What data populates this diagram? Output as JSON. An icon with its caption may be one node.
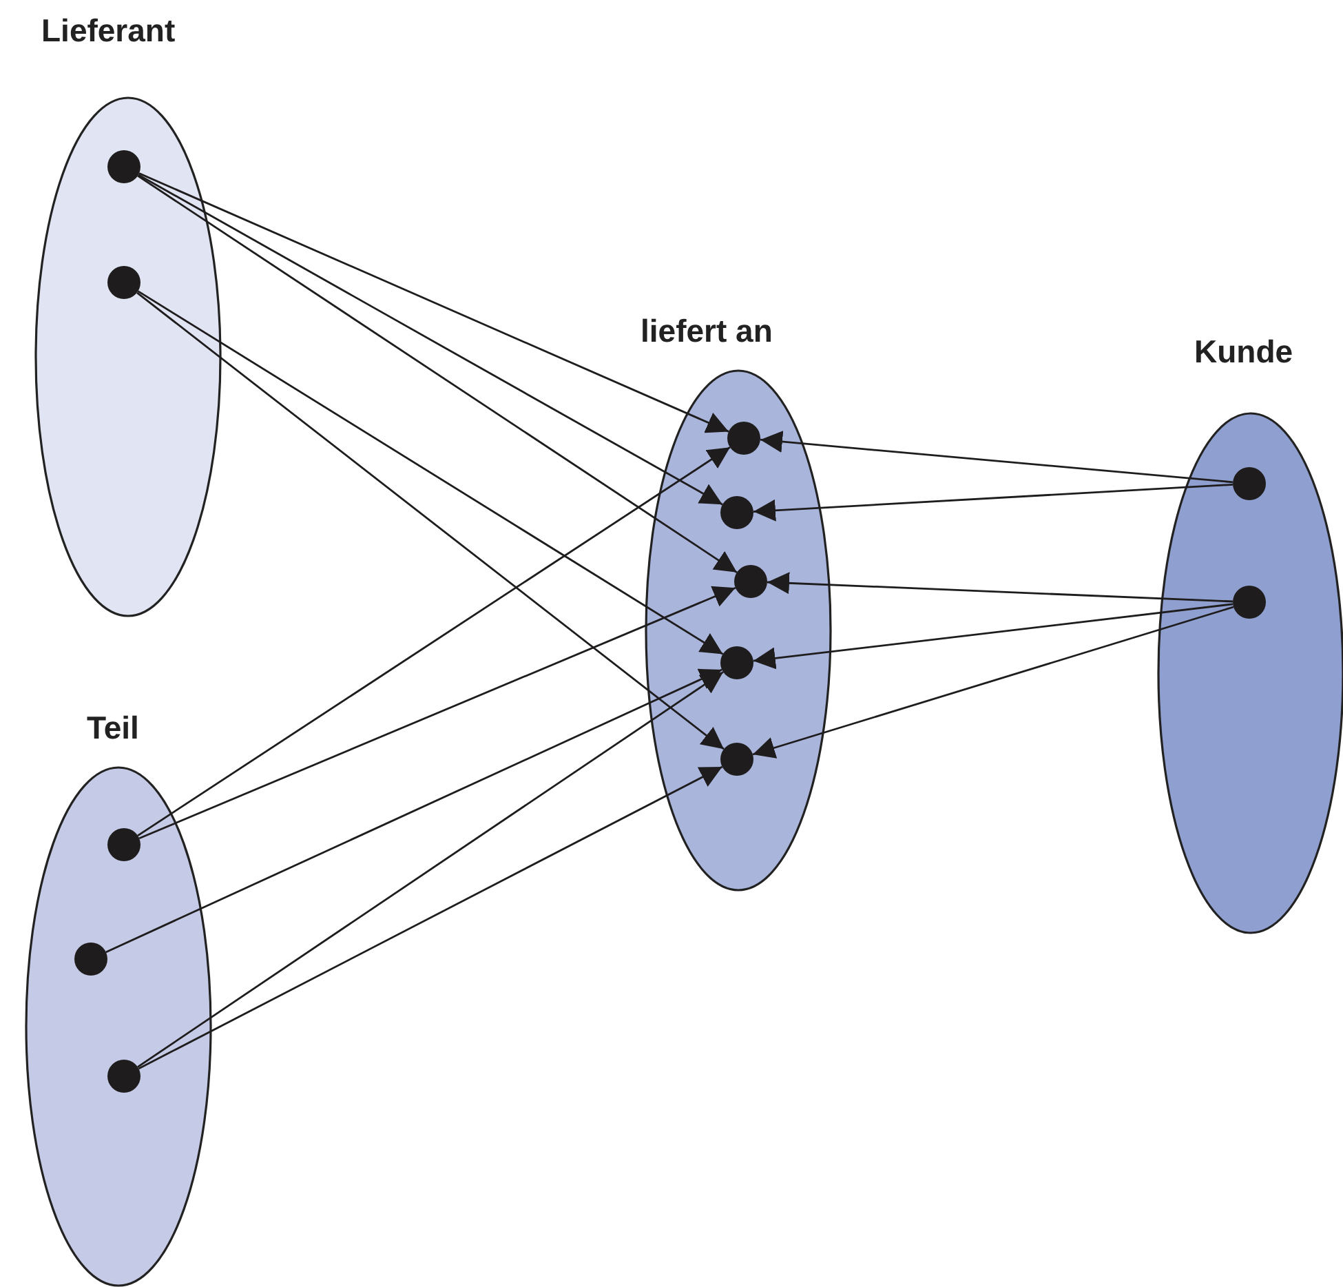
{
  "diagram": {
    "nodes": [
      {
        "text": [
          "Lieferant"
        ]
      },
      {
        "text": [],
        "shape": "circle",
        "in": 0
      },
      {
        "text": [],
        "shape": "circle",
        "in": 0
      },
      {
        "text": [
          "liefert an"
        ]
      },
      {
        "text": [],
        "shape": "circle",
        "in": 3
      },
      {
        "text": [],
        "shape": "circle",
        "in": 3
      },
      {
        "text": [],
        "shape": "circle",
        "in": 3
      },
      {
        "text": [],
        "shape": "circle",
        "in": 3
      },
      {
        "text": [],
        "shape": "circle",
        "in": 3
      },
      {
        "text": [
          "Kunde"
        ]
      },
      {
        "text": [],
        "shape": "circle",
        "in": 9
      },
      {
        "text": [],
        "shape": "circle",
        "in": 9
      },
      {
        "text": [
          "Teil"
        ]
      },
      {
        "text": [],
        "shape": "circle",
        "in": 12
      },
      {
        "text": [],
        "shape": "circle",
        "in": 12
      },
      {
        "text": [],
        "shape": "circle",
        "in": 12
      }
    ],
    "edges": [
      {
        "from": 1,
        "to": 4,
        "arrow": "to"
      },
      {
        "from": 1,
        "to": 5,
        "arrow": "to"
      },
      {
        "from": 1,
        "to": 6,
        "arrow": "to"
      },
      {
        "from": 2,
        "to": 7,
        "arrow": "to"
      },
      {
        "from": 2,
        "to": 8,
        "arrow": "to"
      },
      {
        "from": 13,
        "to": 4,
        "arrow": "to"
      },
      {
        "from": 13,
        "to": 6,
        "arrow": "to"
      },
      {
        "from": 14,
        "to": 7,
        "arrow": "to"
      },
      {
        "from": 15,
        "to": 7,
        "arrow": "to"
      },
      {
        "from": 15,
        "to": 8,
        "arrow": "to"
      },
      {
        "from": 10,
        "to": 4,
        "arrow": "to"
      },
      {
        "from": 10,
        "to": 5,
        "arrow": "to"
      },
      {
        "from": 11,
        "to": 6,
        "arrow": "to"
      },
      {
        "from": 11,
        "to": 7,
        "arrow": "to"
      },
      {
        "from": 11,
        "to": 8,
        "arrow": "to"
      }
    ]
  }
}
